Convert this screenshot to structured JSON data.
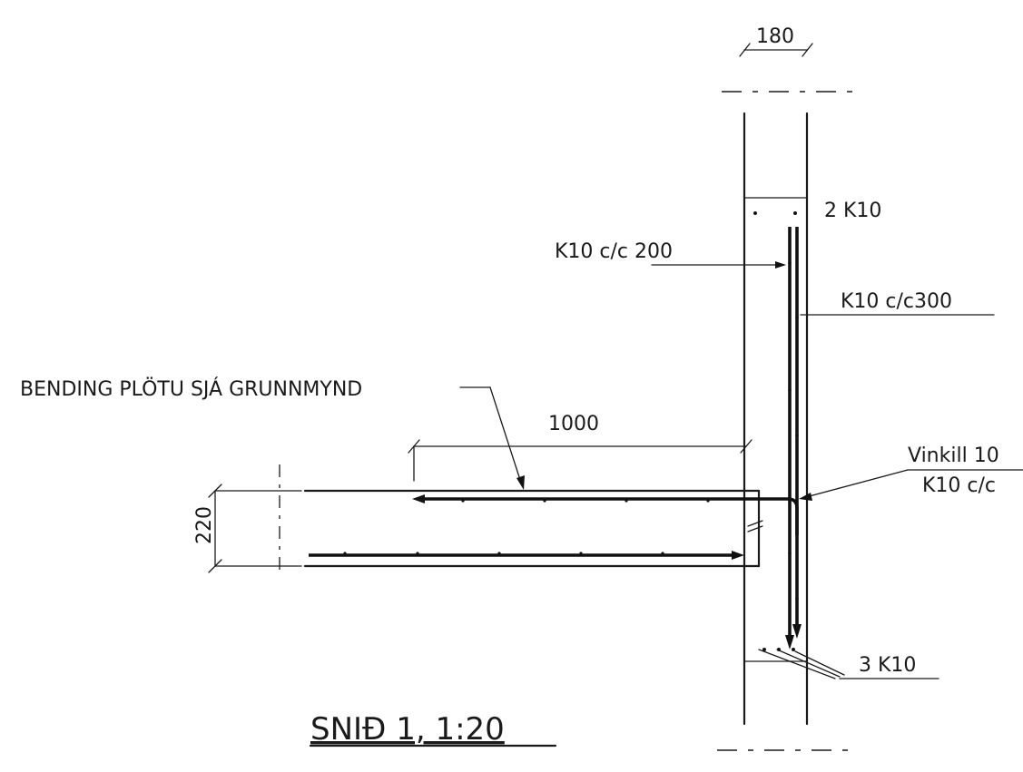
{
  "labels": {
    "wall_thickness": "180",
    "top_bars": "2 K10",
    "inner_bars": "K10 c/c 200",
    "outer_bars": "K10 c/c300",
    "slab_note": "BENDING PLÖTU SJÁ GRUNNMYND",
    "anchorage_length": "1000",
    "angle_bar_line1": "Vinkill 10",
    "angle_bar_line2": "K10 c/c",
    "slab_thickness": "220",
    "bottom_bars": "3 K10",
    "title": "SNIÐ 1, 1:20"
  },
  "colors": {
    "ink": "#1a1a1a",
    "background": "#ffffff"
  }
}
